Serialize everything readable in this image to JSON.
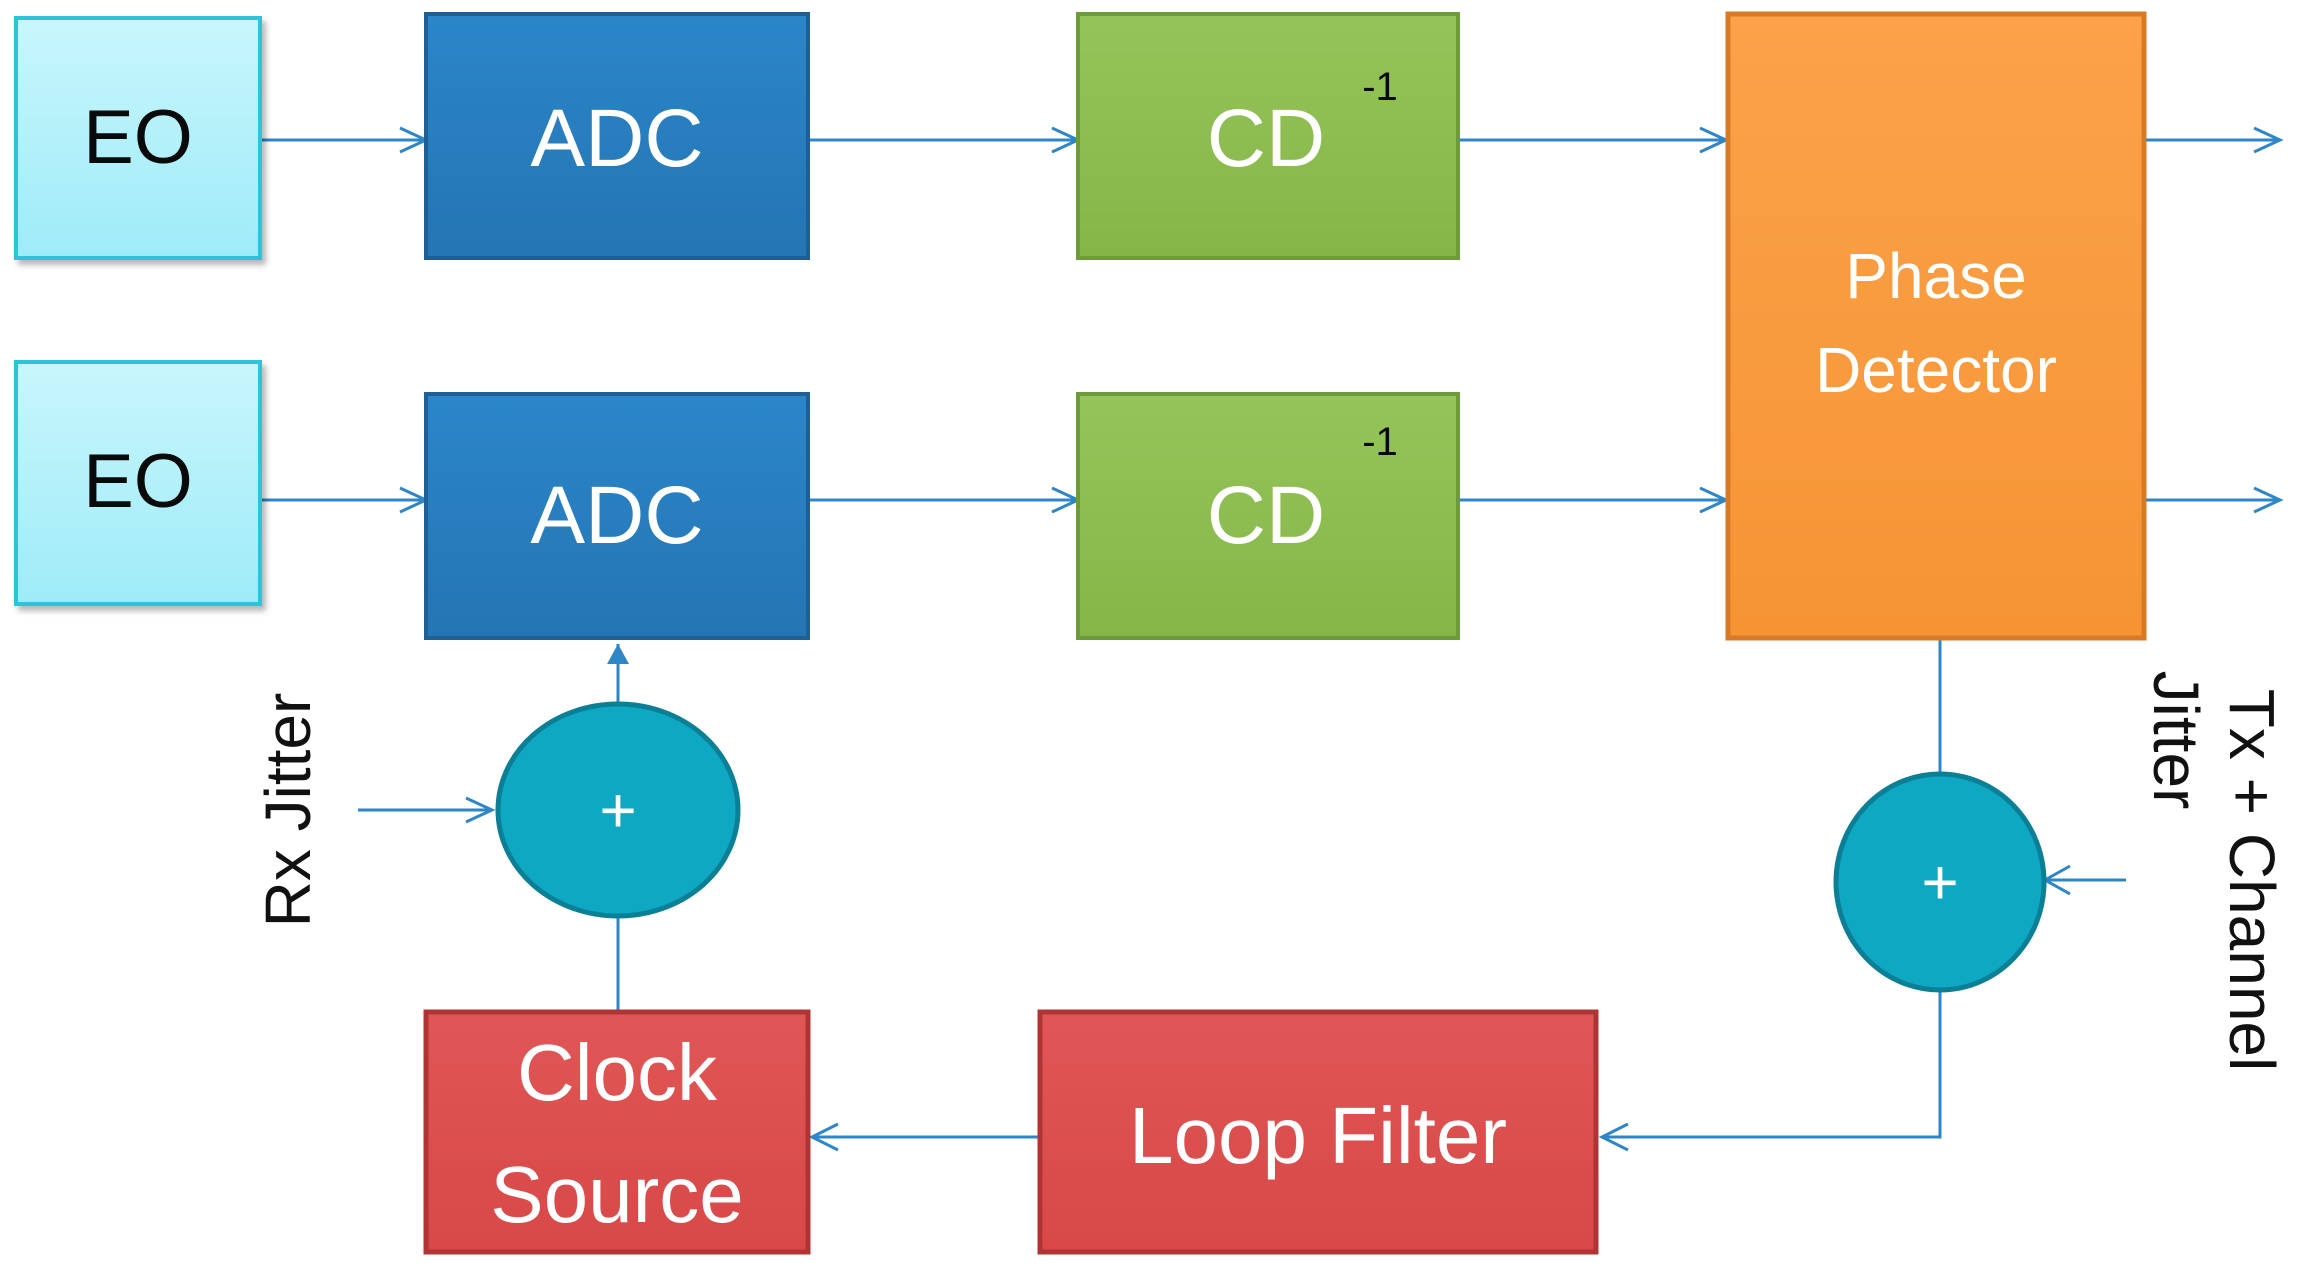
{
  "blocks": {
    "eo_top": {
      "label": "EO"
    },
    "eo_bottom": {
      "label": "EO"
    },
    "adc_top": {
      "label": "ADC"
    },
    "adc_bottom": {
      "label": "ADC"
    },
    "cd_top": {
      "label": "CD",
      "superscript": "-1"
    },
    "cd_bottom": {
      "label": "CD",
      "superscript": "-1"
    },
    "phase_detector": {
      "line1": "Phase",
      "line2": "Detector"
    },
    "loop_filter": {
      "label": "Loop Filter"
    },
    "clock_source": {
      "line1": "Clock",
      "line2": "Source"
    }
  },
  "summers": {
    "rx_sum": {
      "symbol": "+"
    },
    "tx_sum": {
      "symbol": "+"
    }
  },
  "inputs": {
    "rx_jitter": "Rx Jitter",
    "tx_channel_jitter_line1": "Tx + Channel",
    "tx_channel_jitter_line2": "Jitter"
  },
  "colors": {
    "eo_fill": "#aef0fa",
    "eo_stroke": "#2fc3d8",
    "adc_fill": "#2a7fc0",
    "adc_stroke": "#1f5f93",
    "cd_fill": "#8dbd4f",
    "cd_stroke": "#6f9a3a",
    "phase_fill": "#f99a3c",
    "phase_stroke": "#d87a25",
    "red_fill": "#de4e4e",
    "red_stroke": "#b03434",
    "summer_fill": "#0fa8c3",
    "summer_stroke": "#0a7f95",
    "wire": "#2f86c7"
  }
}
